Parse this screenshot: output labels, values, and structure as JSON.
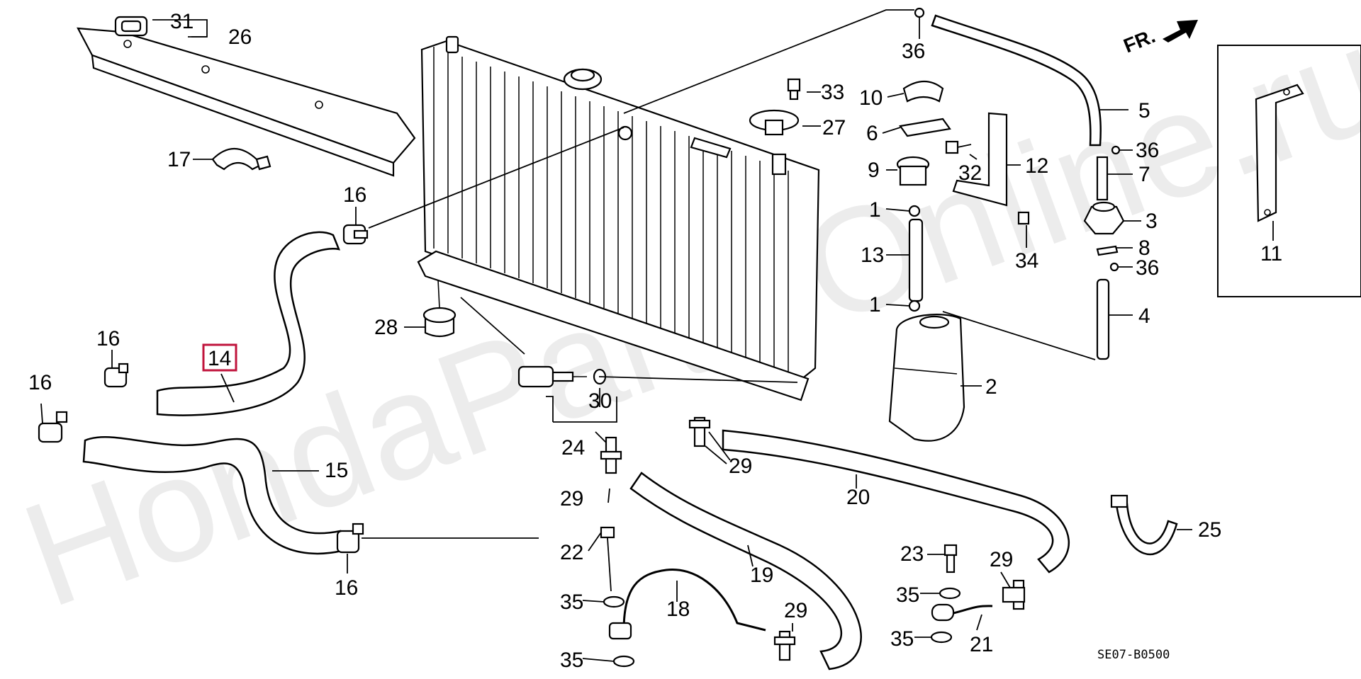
{
  "diagram": {
    "direction_label": "FR.",
    "diagram_code": "SE07-B0500",
    "watermark": "HondaParts.Online.ru",
    "highlighted_callout": "14",
    "callouts": {
      "c31": "31",
      "c26": "26",
      "c17": "17",
      "c16a": "16",
      "c16b": "16",
      "c16c": "16",
      "c16d": "16",
      "c14": "14",
      "c15": "15",
      "c28": "28",
      "c30": "30",
      "c24": "24",
      "c29a": "29",
      "c29b": "29",
      "c29c": "29",
      "c29d": "29",
      "c22": "22",
      "c35a": "35",
      "c35b": "35",
      "c35c": "35",
      "c35d": "35",
      "c18": "18",
      "c19": "19",
      "c20": "20",
      "c21": "21",
      "c23": "23",
      "c2": "2",
      "c13": "13",
      "c1a": "1",
      "c1b": "1",
      "c9": "9",
      "c6": "6",
      "c10": "10",
      "c33": "33",
      "c27": "27",
      "c36a": "36",
      "c36b": "36",
      "c36c": "36",
      "c5": "5",
      "c7": "7",
      "c3": "3",
      "c8": "8",
      "c4": "4",
      "c12": "12",
      "c32": "32",
      "c34": "34",
      "c11": "11",
      "c25": "25"
    }
  }
}
